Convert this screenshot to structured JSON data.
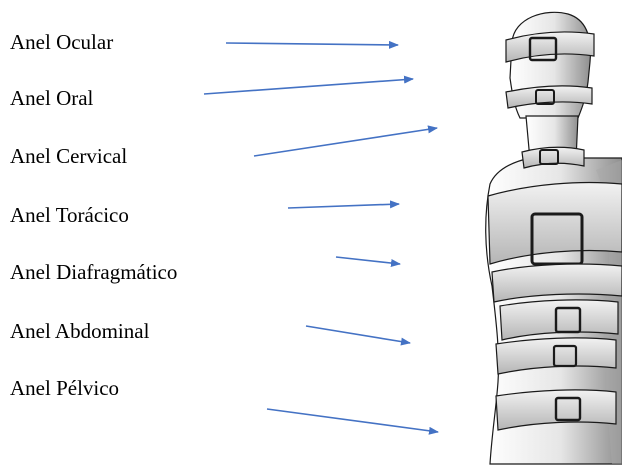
{
  "labels": [
    "Anel Ocular",
    "Anel Oral",
    "Anel Cervical",
    "Anel Torácico",
    "Anel Diafragmático",
    "Anel Abdominal",
    "Anel Pélvico"
  ],
  "colors": {
    "arrow": "#4472C4",
    "figure_skin": "#e8e8e8",
    "figure_shade": "#9a9a9a",
    "belt": "#d9d9d9",
    "ink": "#1a1a1a"
  }
}
